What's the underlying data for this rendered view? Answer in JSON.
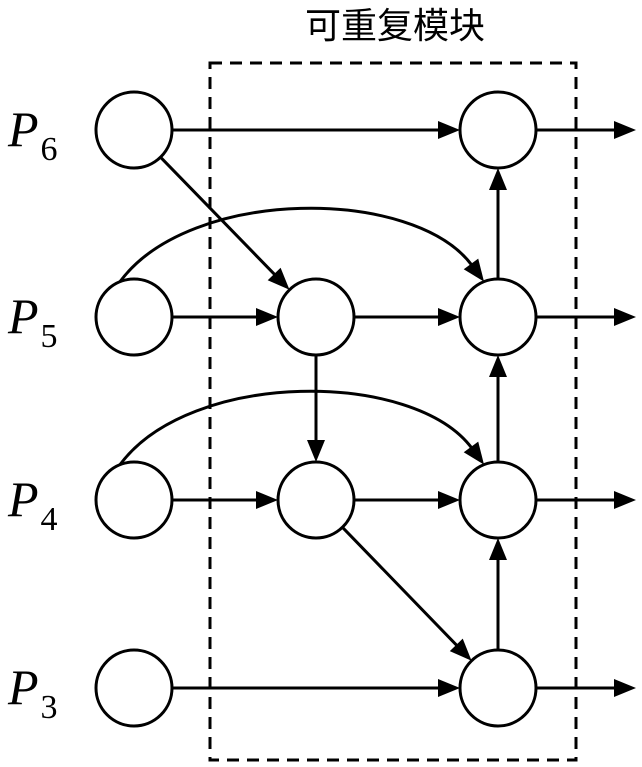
{
  "title": "可重复模块",
  "rows": [
    {
      "id": "P6",
      "label_main": "P",
      "label_sub": "6"
    },
    {
      "id": "P5",
      "label_main": "P",
      "label_sub": "5"
    },
    {
      "id": "P4",
      "label_main": "P",
      "label_sub": "4"
    },
    {
      "id": "P3",
      "label_main": "P",
      "label_sub": "3"
    }
  ],
  "nodes": [
    {
      "id": "in6"
    },
    {
      "id": "in5"
    },
    {
      "id": "in4"
    },
    {
      "id": "in3"
    },
    {
      "id": "m5"
    },
    {
      "id": "m4"
    },
    {
      "id": "o6"
    },
    {
      "id": "o5"
    },
    {
      "id": "o4"
    },
    {
      "id": "o3"
    }
  ],
  "edges": [
    {
      "from": "in6",
      "to": "o6"
    },
    {
      "from": "in6",
      "to": "m5"
    },
    {
      "from": "in5",
      "to": "m5"
    },
    {
      "from": "in5",
      "to": "o5",
      "style": "arc"
    },
    {
      "from": "m5",
      "to": "o5"
    },
    {
      "from": "m5",
      "to": "m4"
    },
    {
      "from": "in4",
      "to": "m4"
    },
    {
      "from": "in4",
      "to": "o4",
      "style": "arc"
    },
    {
      "from": "m4",
      "to": "o4"
    },
    {
      "from": "m4",
      "to": "o3"
    },
    {
      "from": "in3",
      "to": "o3"
    },
    {
      "from": "o3",
      "to": "o4"
    },
    {
      "from": "o4",
      "to": "o5"
    },
    {
      "from": "o5",
      "to": "o6"
    },
    {
      "from": "o6",
      "to": "out"
    },
    {
      "from": "o5",
      "to": "out"
    },
    {
      "from": "o4",
      "to": "out"
    },
    {
      "from": "o3",
      "to": "out"
    }
  ],
  "colors": {
    "stroke": "#000000",
    "background": "#ffffff"
  }
}
